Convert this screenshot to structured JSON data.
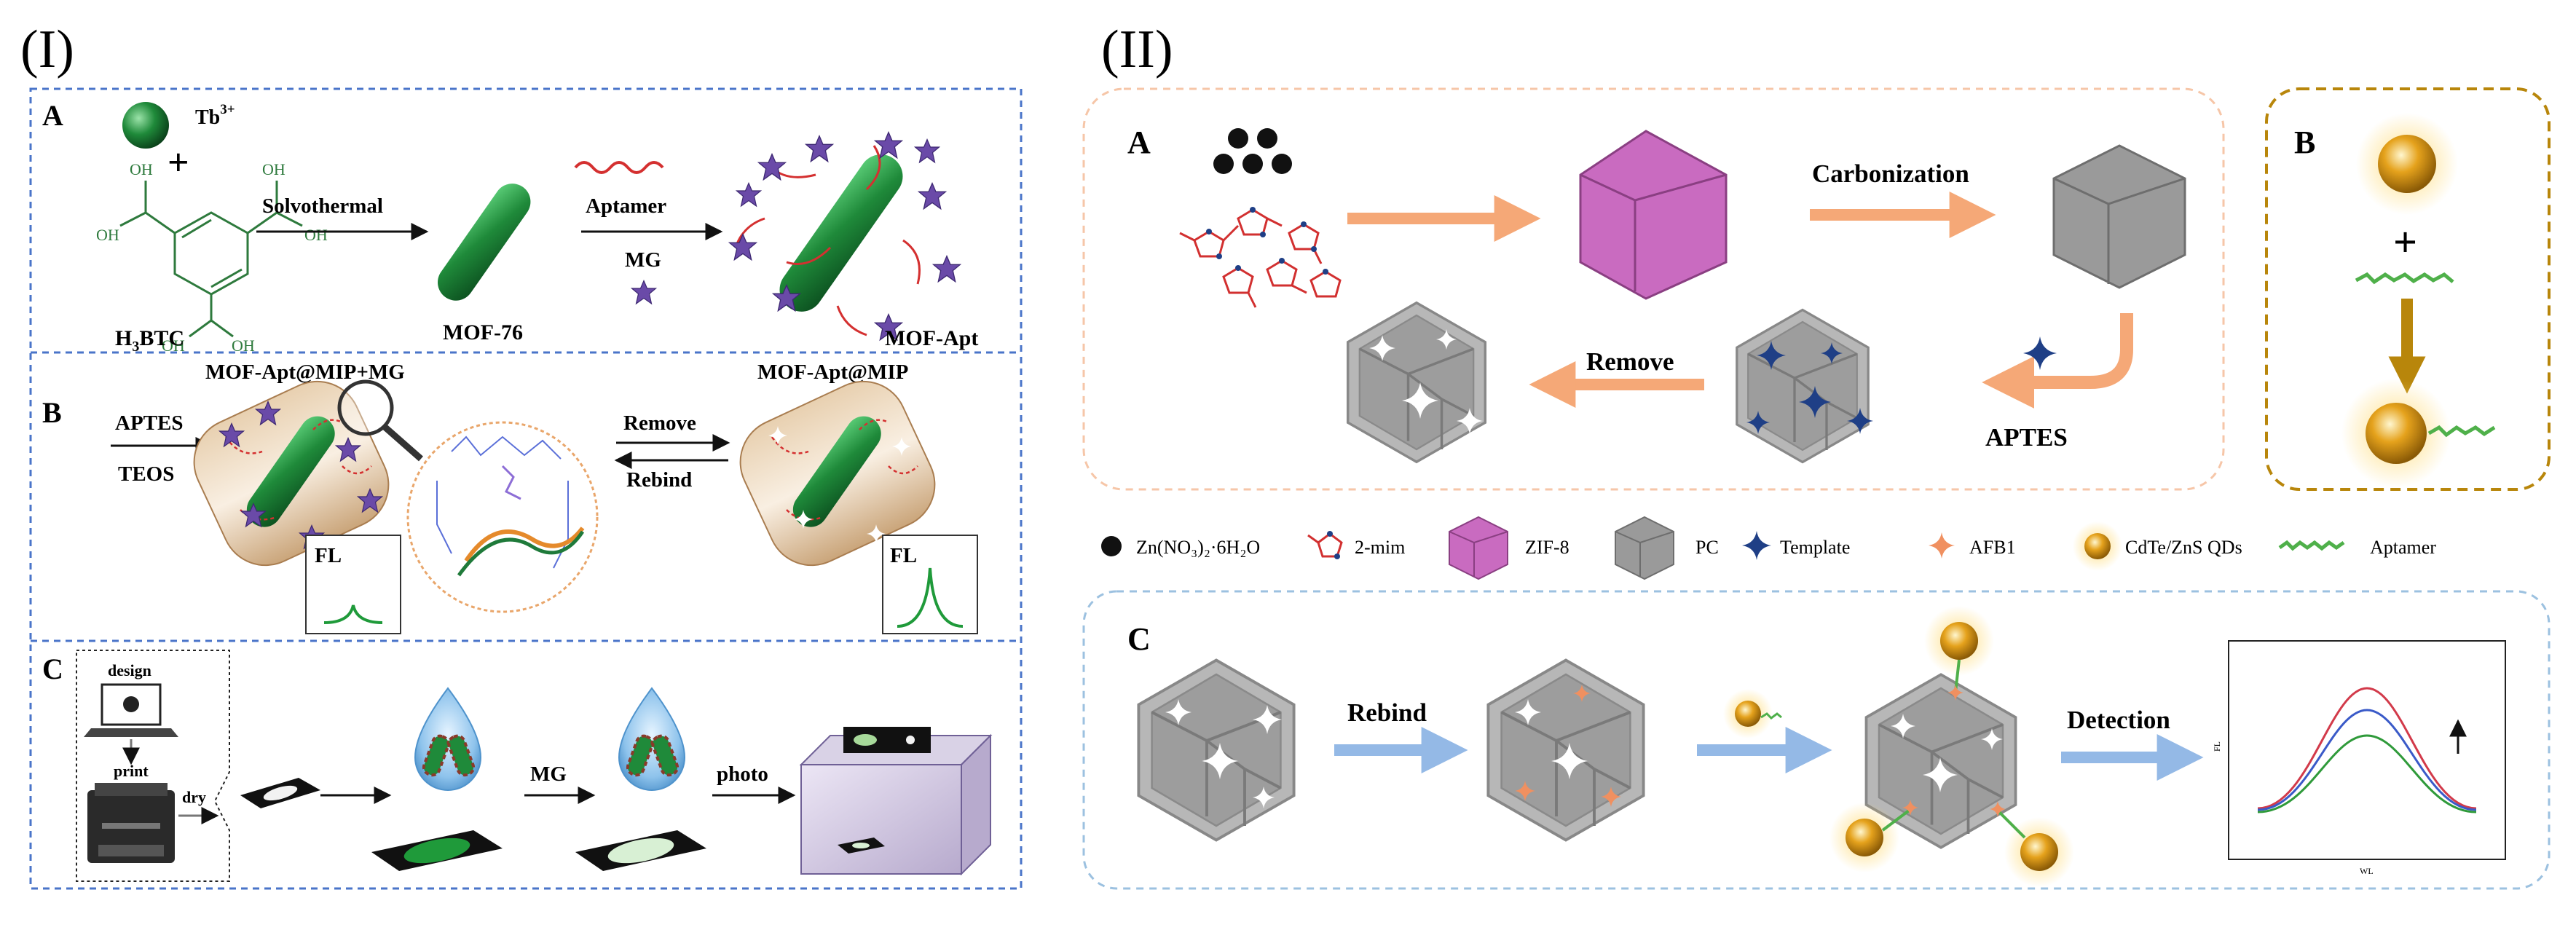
{
  "panel_I": {
    "roman": "(I)",
    "A": {
      "letter": "A",
      "ion": "Tb",
      "ion_sup": "3+",
      "plus": "+",
      "linker": "H",
      "linker_sub": "3",
      "linker_rest": "BTC",
      "oh_labels": [
        "OH",
        "OH",
        "OH",
        "OH",
        "OH",
        "OH"
      ],
      "step1": "Solvothermal",
      "mof": "MOF-76",
      "step2_top": "Aptamer",
      "step2_bottom": "MG",
      "product": "MOF-Apt"
    },
    "B": {
      "letter": "B",
      "title_left": "MOF-Apt@MIP+MG",
      "title_right": "MOF-Apt@MIP",
      "reagent_top": "APTES",
      "reagent_bottom": "TEOS",
      "remove": "Remove",
      "rebind": "Rebind",
      "fl_left": "FL",
      "fl_right": "FL"
    },
    "C": {
      "letter": "C",
      "design": "design",
      "print": "print",
      "dry": "dry",
      "mg": "MG",
      "photo": "photo"
    }
  },
  "panel_II": {
    "roman": "(II)",
    "A": {
      "letter": "A",
      "carbonization": "Carbonization",
      "remove": "Remove",
      "aptes": "APTES"
    },
    "B": {
      "letter": "B",
      "plus": "+"
    },
    "legend": [
      {
        "key": "zn",
        "label": "Zn(NO₃)₂·6H₂O"
      },
      {
        "key": "mim",
        "label": "2-mim"
      },
      {
        "key": "zif",
        "label": "ZIF-8"
      },
      {
        "key": "pc",
        "label": "PC"
      },
      {
        "key": "template",
        "label": "Template"
      },
      {
        "key": "afb1",
        "label": "AFB1"
      },
      {
        "key": "qds",
        "label": "CdTe/ZnS QDs"
      },
      {
        "key": "aptamer",
        "label": "Aptamer"
      }
    ],
    "C": {
      "letter": "C",
      "rebind": "Rebind",
      "detection": "Detection",
      "ylabel": "FL",
      "xlabel": "WL"
    }
  },
  "colors": {
    "dash_blue": "#4a74c9",
    "dash_peach": "#f6c6a8",
    "dash_gold": "#b8860b",
    "dash_lightblue": "#9cc1e0",
    "mof_green": "#1f8a3a",
    "zif_pink": "#c96bc0",
    "pc_gray": "#9a9a9a",
    "arrow_orange": "#f5a877",
    "arrow_blue": "#94b9e6",
    "template_blue": "#1f3f86",
    "afb1_orange": "#f09060",
    "qd_gold": "#e5a21c"
  }
}
